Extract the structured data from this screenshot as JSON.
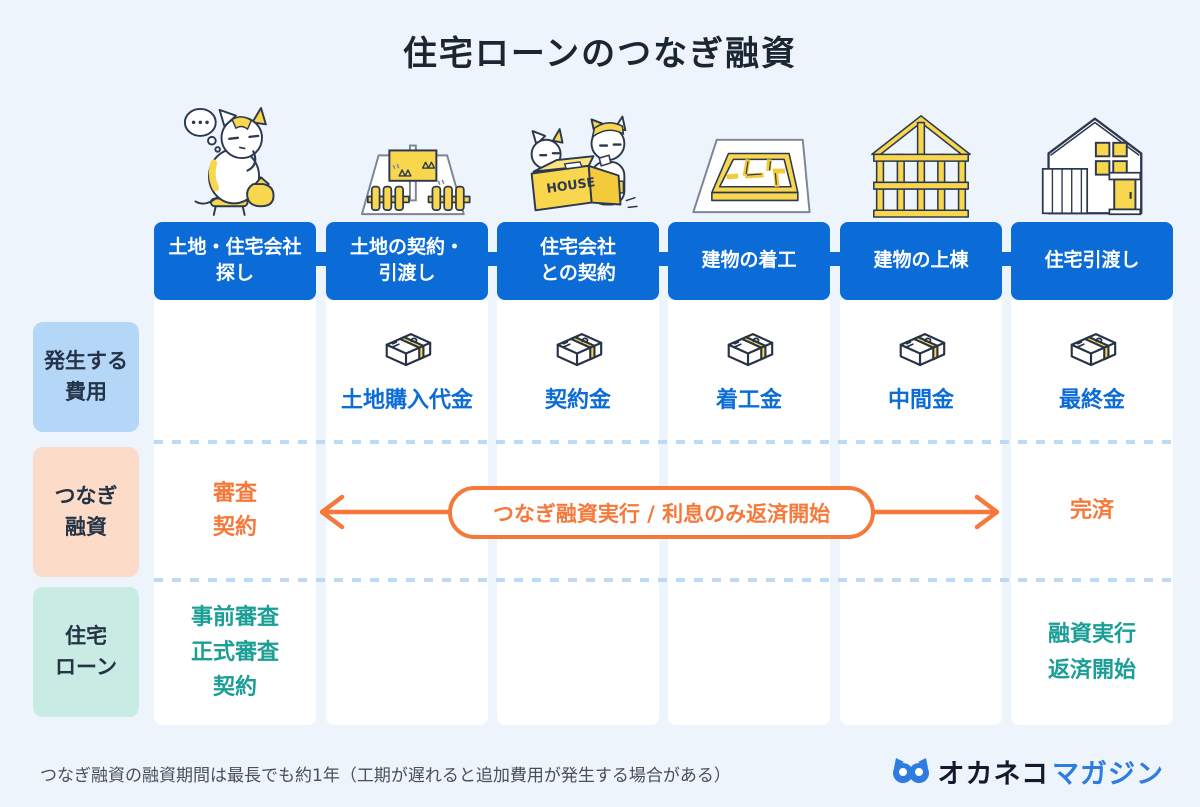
{
  "title": "住宅ローンのつなぎ融資",
  "rows": [
    {
      "label": "発生する\n費用"
    },
    {
      "label": "つなぎ\n融資"
    },
    {
      "label": "住宅\nローン"
    }
  ],
  "columns": [
    {
      "header": "土地・住宅会社\n探し",
      "illustration": "thinking-cat",
      "cost": "",
      "bridge": "審査\n契約",
      "loan": "事前審査\n正式審査\n契約"
    },
    {
      "header": "土地の契約・\n引渡し",
      "illustration": "land-plot",
      "cost": "土地購入代金"
    },
    {
      "header": "住宅会社\nとの契約",
      "illustration": "cats-house-box",
      "cost": "契約金"
    },
    {
      "header": "建物の着工",
      "illustration": "floor-plan",
      "cost": "着工金"
    },
    {
      "header": "建物の上棟",
      "illustration": "house-frame",
      "cost": "中間金"
    },
    {
      "header": "住宅引渡し",
      "illustration": "finished-house",
      "cost": "最終金",
      "bridge": "完済",
      "loan": "融資実行\n返済開始"
    }
  ],
  "bridge_banner": "つなぎ融資実行 / 利息のみ返済開始",
  "box_label": "HOUSE",
  "footnote": "つなぎ融資の融資期間は最長でも約1年（工期が遅れると追加費用が発生する場合がある）",
  "logo": {
    "brand": "オカネコ",
    "suffix": "マガジン"
  },
  "colors": {
    "header_blue": "#0b6cd8",
    "accent_orange": "#f5793a",
    "accent_teal": "#1a9e96",
    "navy_text": "#1b2633",
    "illustration_yellow": "#f8d64e",
    "row_label_blue_bg": "#b4d7f8",
    "row_label_orange_bg": "#fcdcc9",
    "row_label_teal_bg": "#c8ebe3",
    "page_bg": "#eef4fb"
  }
}
